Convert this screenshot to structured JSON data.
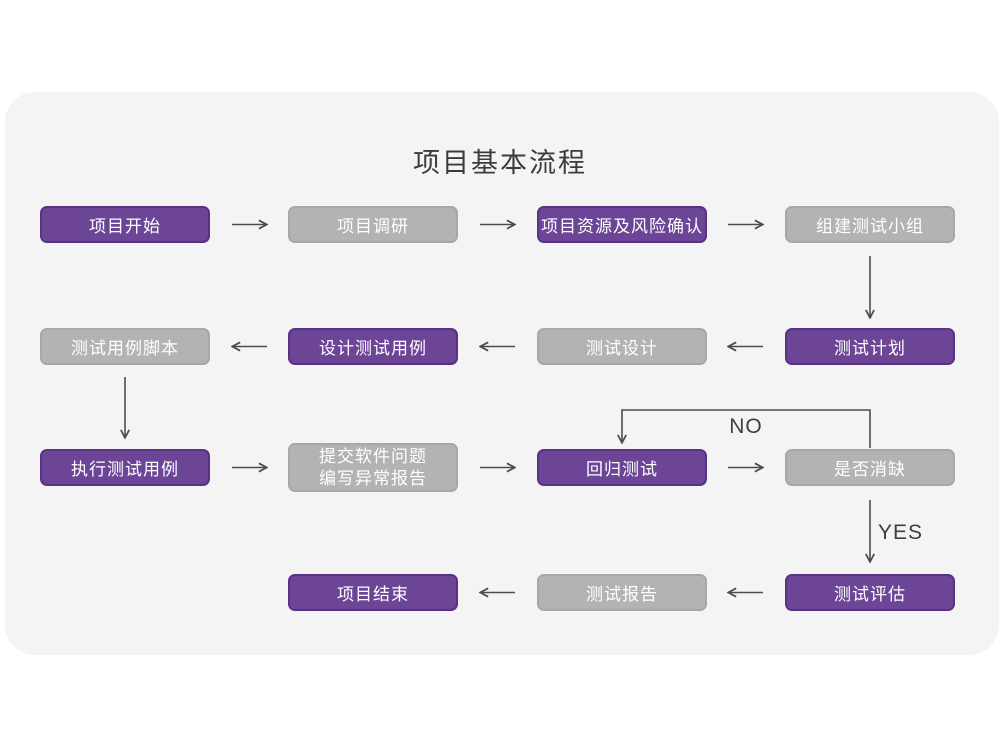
{
  "title": "项目基本流程",
  "edge_labels": {
    "no": "NO",
    "yes": "YES"
  },
  "colors": {
    "page_bg": "#ffffff",
    "card_bg": "#f5f4f5",
    "purple": "#6c4597",
    "purple_border": "#583283",
    "gray": "#b4b3b3",
    "gray_border": "#a8a7a7",
    "node_text": "#ffffff",
    "arrow": "#4d4d4d",
    "title_color": "#3c3c3c",
    "label_color": "#3f3f3f"
  },
  "nodes": [
    {
      "label": "项目开始",
      "variant": "purple"
    },
    {
      "label": "项目调研",
      "variant": "gray"
    },
    {
      "label": "项目资源及风险确认",
      "variant": "purple"
    },
    {
      "label": "组建测试小组",
      "variant": "gray"
    },
    {
      "label": "测试计划",
      "variant": "purple"
    },
    {
      "label": "测试设计",
      "variant": "gray"
    },
    {
      "label": "设计测试用例",
      "variant": "purple"
    },
    {
      "label": "测试用例脚本",
      "variant": "gray"
    },
    {
      "label": "执行测试用例",
      "variant": "purple"
    },
    {
      "lines": [
        "提交软件问题",
        "编写异常报告"
      ],
      "variant": "gray"
    },
    {
      "label": "回归测试",
      "variant": "purple"
    },
    {
      "label": "是否消缺",
      "variant": "gray"
    },
    {
      "label": "测试评估",
      "variant": "purple"
    },
    {
      "label": "测试报告",
      "variant": "gray"
    },
    {
      "label": "项目结束",
      "variant": "purple"
    }
  ],
  "edges": [
    {
      "from": "项目开始",
      "to": "项目调研"
    },
    {
      "from": "项目调研",
      "to": "项目资源及风险确认"
    },
    {
      "from": "项目资源及风险确认",
      "to": "组建测试小组"
    },
    {
      "from": "组建测试小组",
      "to": "测试计划"
    },
    {
      "from": "测试计划",
      "to": "测试设计"
    },
    {
      "from": "测试设计",
      "to": "设计测试用例"
    },
    {
      "from": "设计测试用例",
      "to": "测试用例脚本"
    },
    {
      "from": "测试用例脚本",
      "to": "执行测试用例"
    },
    {
      "from": "执行测试用例",
      "to": "提交软件问题编写异常报告"
    },
    {
      "from": "提交软件问题编写异常报告",
      "to": "回归测试"
    },
    {
      "from": "回归测试",
      "to": "是否消缺"
    },
    {
      "from": "是否消缺",
      "to": "回归测试",
      "label": "NO"
    },
    {
      "from": "是否消缺",
      "to": "测试评估",
      "label": "YES"
    },
    {
      "from": "测试评估",
      "to": "测试报告"
    },
    {
      "from": "测试报告",
      "to": "项目结束"
    }
  ]
}
